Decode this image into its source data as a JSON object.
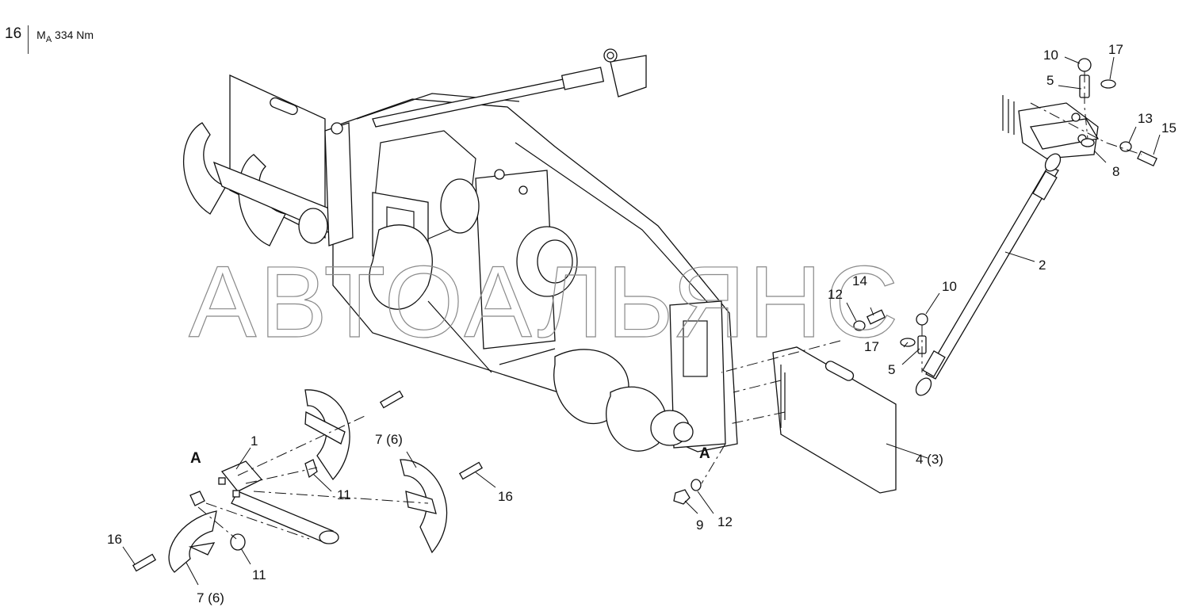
{
  "header": {
    "page_number": "16",
    "torque_prefix": "M",
    "torque_sub": "A",
    "torque_value": "334 Nm"
  },
  "watermark": "АВТОАЛЬЯНС",
  "view_letters": [
    "A",
    "A"
  ],
  "callouts": [
    "1",
    "2",
    "4  (3)",
    "5",
    "5",
    "7  (6)",
    "7  (6)",
    "8",
    "9",
    "10",
    "10",
    "11",
    "11",
    "12",
    "12",
    "13",
    "14",
    "15",
    "16",
    "16",
    "17",
    "17"
  ]
}
